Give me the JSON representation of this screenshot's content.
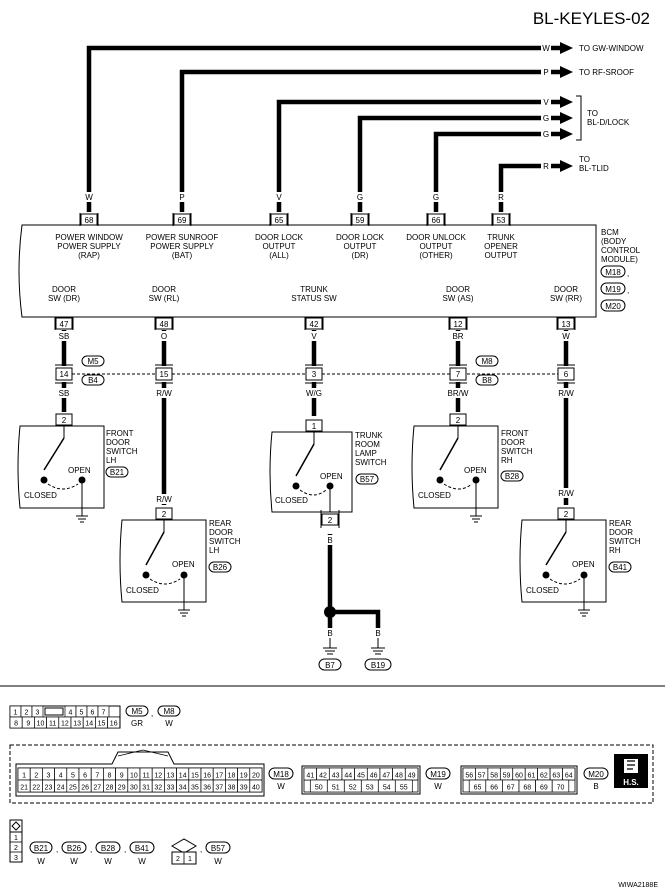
{
  "title": "BL-KEYLES-02",
  "doc_id": "WIWA2188E",
  "outputs": [
    {
      "color": "W",
      "dest": "TO GW-WINDOW"
    },
    {
      "color": "P",
      "dest": "TO RF-SROOF"
    },
    {
      "color": "V",
      "dest": ""
    },
    {
      "color": "G",
      "dest": ""
    },
    {
      "color": "G",
      "dest": ""
    },
    {
      "color": "R",
      "dest": "TO BL-TLID"
    }
  ],
  "dlock_dest": "TO BL-D/LOCK",
  "bcm": {
    "label": "BCM (BODY CONTROL MODULE)",
    "connectors": [
      "M18",
      "M19",
      "M20"
    ],
    "top_pins": [
      {
        "pin": "68",
        "wire": "W",
        "func": "POWER WINDOW POWER SUPPLY (RAP)"
      },
      {
        "pin": "69",
        "wire": "P",
        "func": "POWER SUNROOF POWER SUPPLY (BAT)"
      },
      {
        "pin": "65",
        "wire": "V",
        "func": "DOOR LOCK OUTPUT (ALL)"
      },
      {
        "pin": "59",
        "wire": "G",
        "func": "DOOR LOCK OUTPUT (DR)"
      },
      {
        "pin": "66",
        "wire": "G",
        "func": "DOOR UNLOCK OUTPUT (OTHER)"
      },
      {
        "pin": "53",
        "wire": "R",
        "func": "TRUNK OPENER OUTPUT"
      }
    ],
    "bottom_pins": [
      {
        "pin": "47",
        "func": "DOOR SW (DR)"
      },
      {
        "pin": "48",
        "func": "DOOR SW (RL)"
      },
      {
        "pin": "42",
        "func": "TRUNK STATUS SW"
      },
      {
        "pin": "12",
        "func": "DOOR SW (AS)"
      },
      {
        "pin": "13",
        "func": "DOOR SW (RR)"
      }
    ]
  },
  "junctions": [
    {
      "pin": "14",
      "wire_in": "SB",
      "wire_out": "SB",
      "conn_top": "M5",
      "conn_bot": "B4"
    },
    {
      "pin": "15",
      "wire_in": "O",
      "wire_out": "R/W"
    },
    {
      "pin": "3",
      "wire_in": "V",
      "wire_out": "W/G"
    },
    {
      "pin": "7",
      "wire_in": "BR",
      "wire_out": "BR/W",
      "conn_top": "M8",
      "conn_bot": "B8"
    },
    {
      "pin": "6",
      "wire_in": "W",
      "wire_out": "R/W"
    }
  ],
  "switches": [
    {
      "name": "FRONT DOOR SWITCH LH",
      "conn": "B21",
      "pin": "2",
      "wire": "SB"
    },
    {
      "name": "REAR DOOR SWITCH LH",
      "conn": "B26",
      "pin": "2",
      "wire": "R/W"
    },
    {
      "name": "TRUNK ROOM LAMP SWITCH",
      "conn": "B57",
      "pin": "1",
      "pin_out": "2",
      "wire": "W/G",
      "wire_out": "B"
    },
    {
      "name": "FRONT DOOR SWITCH RH",
      "conn": "B28",
      "pin": "2",
      "wire": "BR/W"
    },
    {
      "name": "REAR DOOR SWITCH RH",
      "conn": "B41",
      "pin": "2",
      "wire": "R/W"
    }
  ],
  "switch_labels": {
    "open": "OPEN",
    "closed": "CLOSED"
  },
  "grounds": [
    {
      "conn": "B7",
      "wire": "B"
    },
    {
      "conn": "B19",
      "wire": "B"
    }
  ],
  "legend": {
    "m5_row1": [
      "1",
      "2",
      "3",
      "4",
      "5",
      "6",
      "7"
    ],
    "m5_row2": [
      "8",
      "9",
      "10",
      "11",
      "12",
      "13",
      "14",
      "15",
      "16"
    ],
    "m5_conns": [
      {
        "name": "M5",
        "color": "GR"
      },
      {
        "name": "M8",
        "color": "W"
      }
    ],
    "m18_row1": [
      "1",
      "2",
      "3",
      "4",
      "5",
      "6",
      "7",
      "8",
      "9",
      "10",
      "11",
      "12",
      "13",
      "14",
      "15",
      "16",
      "17",
      "18",
      "19",
      "20"
    ],
    "m18_row2": [
      "21",
      "22",
      "23",
      "24",
      "25",
      "26",
      "27",
      "28",
      "29",
      "30",
      "31",
      "32",
      "33",
      "34",
      "35",
      "36",
      "37",
      "38",
      "39",
      "40"
    ],
    "m18": {
      "name": "M18",
      "color": "W"
    },
    "m19_row1": [
      "41",
      "42",
      "43",
      "44",
      "45",
      "46",
      "47",
      "48",
      "49"
    ],
    "m19_row2": [
      "50",
      "51",
      "52",
      "53",
      "54",
      "55"
    ],
    "m19": {
      "name": "M19",
      "color": "W"
    },
    "m20_row1": [
      "56",
      "57",
      "58",
      "59",
      "60",
      "61",
      "62",
      "63",
      "64"
    ],
    "m20_row2": [
      "65",
      "66",
      "67",
      "68",
      "69",
      "70"
    ],
    "m20": {
      "name": "M20",
      "color": "B"
    },
    "hs_badge": "H.S.",
    "sw3_pins": [
      "1",
      "2",
      "3"
    ],
    "sw3_conns": [
      {
        "name": "B21",
        "color": "W"
      },
      {
        "name": "B26",
        "color": "W"
      },
      {
        "name": "B28",
        "color": "W"
      },
      {
        "name": "B41",
        "color": "W"
      }
    ],
    "sw3_sep": ",",
    "b57_pins": [
      "2",
      "1"
    ],
    "b57": {
      "name": "B57",
      "color": "W"
    }
  }
}
